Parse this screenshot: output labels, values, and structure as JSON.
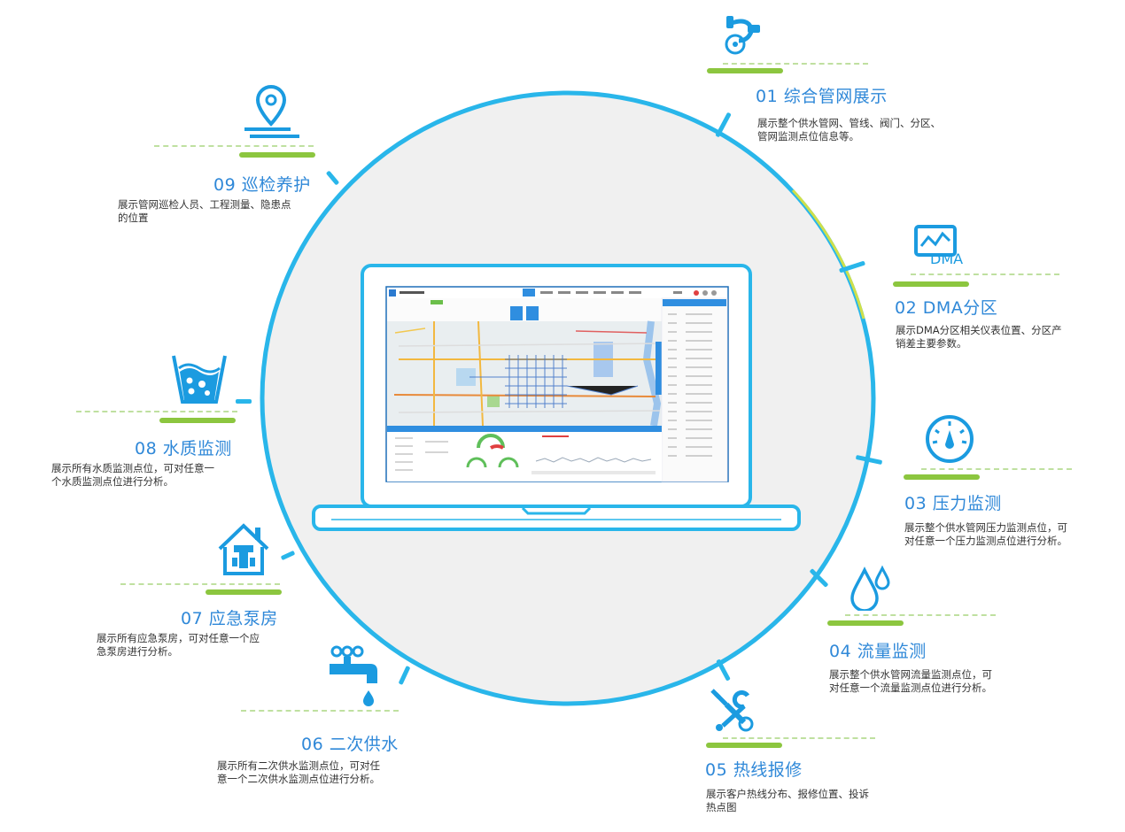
{
  "features": [
    {
      "id": "01",
      "number": "01",
      "title": "综合管网展示",
      "desc": [
        "展示整个供水管网、管线、阀门、分区、",
        "管网监测点位信息等。"
      ],
      "icon": "pipe-network-icon"
    },
    {
      "id": "02",
      "number": "02",
      "title": "DMA分区",
      "desc": [
        "展示DMA分区相关仪表位置、分区产",
        "销差主要参数。"
      ],
      "icon": "dma-chart-icon",
      "icon_text": "DMA"
    },
    {
      "id": "03",
      "number": "03",
      "title": "压力监测",
      "desc": [
        "展示整个供水管网压力监测点位，可",
        "对任意一个压力监测点位进行分析。"
      ],
      "icon": "pressure-gauge-icon"
    },
    {
      "id": "04",
      "number": "04",
      "title": "流量监测",
      "desc": [
        "展示整个供水管网流量监测点位，可",
        "对任意一个流量监测点位进行分析。"
      ],
      "icon": "water-drops-icon"
    },
    {
      "id": "05",
      "number": "05",
      "title": "热线报修",
      "desc": [
        "展示客户热线分布、报修位置、投诉",
        "热点图"
      ],
      "icon": "repair-tools-icon"
    },
    {
      "id": "06",
      "number": "06",
      "title": "二次供水",
      "desc": [
        "展示所有二次供水监测点位，可对任",
        "意一个二次供水监测点位进行分析。"
      ],
      "icon": "faucet-icon"
    },
    {
      "id": "07",
      "number": "07",
      "title": "应急泵房",
      "desc": [
        "展示所有应急泵房，可对任意一个应",
        "急泵房进行分析。"
      ],
      "icon": "pump-house-icon"
    },
    {
      "id": "08",
      "number": "08",
      "title": "水质监测",
      "desc": [
        "展示所有水质监测点位，可对任意一",
        "个水质监测点位进行分析。"
      ],
      "icon": "water-quality-icon"
    },
    {
      "id": "09",
      "number": "09",
      "title": "巡检养护",
      "desc": [
        "展示管网巡检人员、工程测量、隐患点",
        "的位置"
      ],
      "icon": "location-pin-icon"
    }
  ],
  "colors": {
    "accent": "#2f88d8",
    "icon": "#1b9be0",
    "ring": "#29b6ea",
    "green": "#8cc63f",
    "circle_fill": "#f0f0f0"
  }
}
